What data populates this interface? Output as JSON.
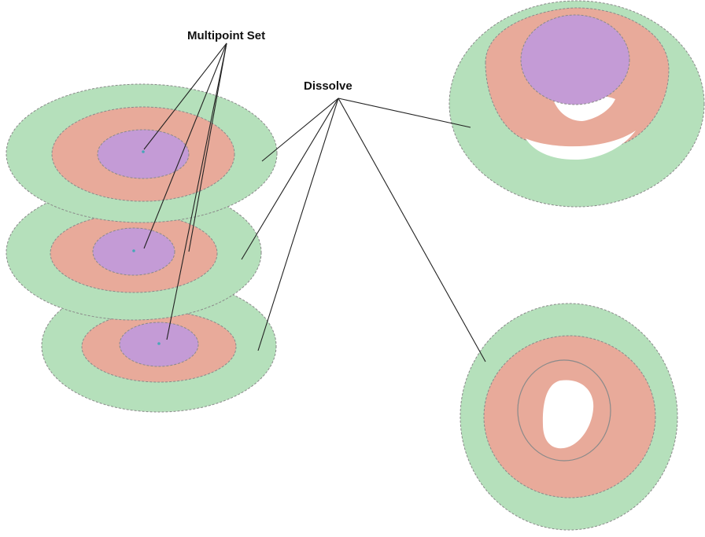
{
  "labels": {
    "multipoint_set": "Multipoint Set",
    "dissolve": "Dissolve"
  },
  "colors": {
    "outer_ring": "#b5e0bb",
    "middle_ring": "#e8aa9a",
    "inner_disk": "#c49bd6",
    "ring_edge": "#8a8a8a",
    "leader_line": "#222222",
    "point": "#4aa6b8",
    "background": "#ffffff"
  },
  "figure": {
    "stacked_layers": 3,
    "dissolved_results": 2
  }
}
